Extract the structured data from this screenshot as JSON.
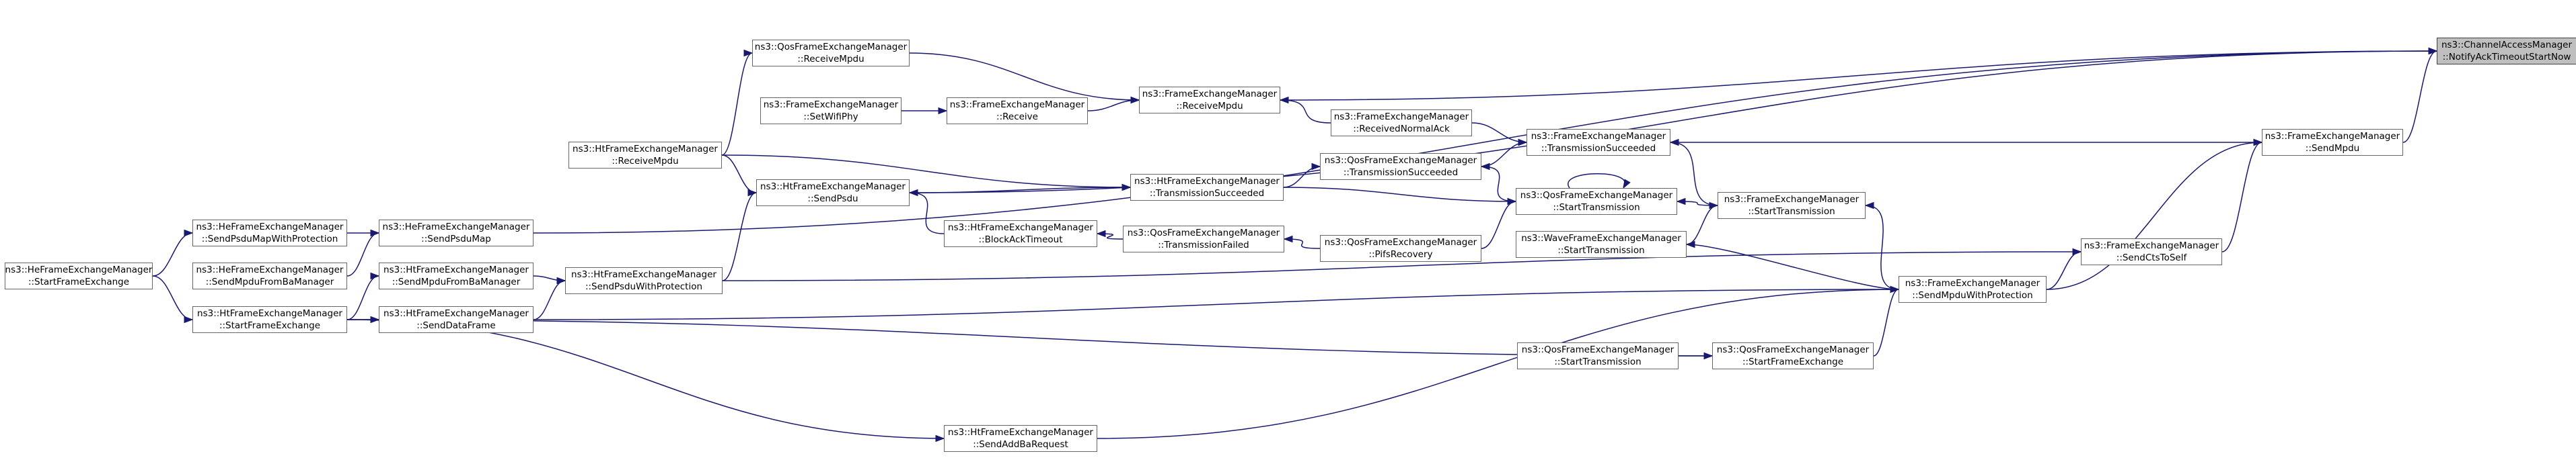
{
  "diagram": {
    "type": "call-graph",
    "colors": {
      "edge": "#191970",
      "node_border": "#666666",
      "root_fill": "#bfbfbf",
      "background": "#ffffff"
    },
    "nodes": [
      {
        "id": "root",
        "line1": "ns3::ChannelAccessManager",
        "line2": "::NotifyAckTimeoutStartNow",
        "root": true
      },
      {
        "id": "fem_sendmpdu",
        "line1": "ns3::FrameExchangeManager",
        "line2": "::SendMpdu"
      },
      {
        "id": "fem_receivempdu",
        "line1": "ns3::FrameExchangeManager",
        "line2": "::ReceiveMpdu"
      },
      {
        "id": "fem_txsucceeded",
        "line1": "ns3::FrameExchangeManager",
        "line2": "::TransmissionSucceeded"
      },
      {
        "id": "fem_sendctstoself",
        "line1": "ns3::FrameExchangeManager",
        "line2": "::SendCtsToSelf"
      },
      {
        "id": "fem_sendmpduwithprot",
        "line1": "ns3::FrameExchangeManager",
        "line2": "::SendMpduWithProtection"
      },
      {
        "id": "qfem_receivempdu",
        "line1": "ns3::QosFrameExchangeManager",
        "line2": "::ReceiveMpdu"
      },
      {
        "id": "fem_setwifiphy",
        "line1": "ns3::FrameExchangeManager",
        "line2": "::SetWifiPhy"
      },
      {
        "id": "fem_receive",
        "line1": "ns3::FrameExchangeManager",
        "line2": "::Receive"
      },
      {
        "id": "fem_receivednormalack",
        "line1": "ns3::FrameExchangeManager",
        "line2": "::ReceivedNormalAck"
      },
      {
        "id": "hfem_receivempdu",
        "line1": "ns3::HtFrameExchangeManager",
        "line2": "::ReceiveMpdu"
      },
      {
        "id": "hfem_sendpsdu",
        "line1": "ns3::HtFrameExchangeManager",
        "line2": "::SendPsdu"
      },
      {
        "id": "hfem_txsucceeded",
        "line1": "ns3::HtFrameExchangeManager",
        "line2": "::TransmissionSucceeded"
      },
      {
        "id": "qfem_txsucceeded",
        "line1": "ns3::QosFrameExchangeManager",
        "line2": "::TransmissionSucceeded"
      },
      {
        "id": "qfem_starttx",
        "line1": "ns3::QosFrameExchangeManager",
        "line2": "::StartTransmission"
      },
      {
        "id": "fem_starttx",
        "line1": "ns3::FrameExchangeManager",
        "line2": "::StartTransmission"
      },
      {
        "id": "hfem_blockacktimeout",
        "line1": "ns3::HtFrameExchangeManager",
        "line2": "::BlockAckTimeout"
      },
      {
        "id": "qfem_txfailed",
        "line1": "ns3::QosFrameExchangeManager",
        "line2": "::TransmissionFailed"
      },
      {
        "id": "qfem_pifsrecovery",
        "line1": "ns3::QosFrameExchangeManager",
        "line2": "::PifsRecovery"
      },
      {
        "id": "wave_starttx",
        "line1": "ns3::WaveFrameExchangeManager",
        "line2": "::StartTransmission"
      },
      {
        "id": "hefem_sendpsdumapwithprot",
        "line1": "ns3::HeFrameExchangeManager",
        "line2": "::SendPsduMapWithProtection"
      },
      {
        "id": "hefem_sendpsdumap",
        "line1": "ns3::HeFrameExchangeManager",
        "line2": "::SendPsduMap"
      },
      {
        "id": "hefem_startframeexchange",
        "line1": "ns3::HeFrameExchangeManager",
        "line2": "::StartFrameExchange"
      },
      {
        "id": "hefem_sendmpdufrombamanager",
        "line1": "ns3::HeFrameExchangeManager",
        "line2": "::SendMpduFromBaManager"
      },
      {
        "id": "hfem_sendmpdufrombamanager",
        "line1": "ns3::HtFrameExchangeManager",
        "line2": "::SendMpduFromBaManager"
      },
      {
        "id": "hfem_sendpsduwithprot",
        "line1": "ns3::HtFrameExchangeManager",
        "line2": "::SendPsduWithProtection"
      },
      {
        "id": "hfem_startframeexchange",
        "line1": "ns3::HtFrameExchangeManager",
        "line2": "::StartFrameExchange"
      },
      {
        "id": "hfem_senddataframe",
        "line1": "ns3::HtFrameExchangeManager",
        "line2": "::SendDataFrame"
      },
      {
        "id": "qfem_starttx2",
        "line1": "ns3::QosFrameExchangeManager",
        "line2": "::StartTransmission"
      },
      {
        "id": "qfem_startframeexchange",
        "line1": "ns3::QosFrameExchangeManager",
        "line2": "::StartFrameExchange"
      },
      {
        "id": "hfem_sendaddbarequest",
        "line1": "ns3::HtFrameExchangeManager",
        "line2": "::SendAddBaRequest"
      }
    ],
    "edges": [
      [
        "fem_sendmpdu",
        "root"
      ],
      [
        "fem_receivempdu",
        "root"
      ],
      [
        "hefem_sendpsdumap",
        "root"
      ],
      [
        "hfem_sendpsdu",
        "root"
      ],
      [
        "fem_txsucceeded",
        "fem_sendmpdu"
      ],
      [
        "fem_sendctstoself",
        "fem_sendmpdu"
      ],
      [
        "fem_sendmpduwithprot",
        "fem_sendmpdu"
      ],
      [
        "qfem_receivempdu",
        "fem_receivempdu"
      ],
      [
        "fem_receive",
        "fem_receivempdu"
      ],
      [
        "fem_receivednormalack",
        "fem_receivempdu"
      ],
      [
        "fem_setwifiphy",
        "fem_receive"
      ],
      [
        "hfem_receivempdu",
        "qfem_receivempdu"
      ],
      [
        "fem_receivednormalack",
        "fem_txsucceeded"
      ],
      [
        "qfem_txsucceeded",
        "fem_txsucceeded"
      ],
      [
        "fem_starttx",
        "fem_txsucceeded"
      ],
      [
        "hfem_txsucceeded",
        "qfem_txsucceeded"
      ],
      [
        "qfem_starttx",
        "qfem_txsucceeded"
      ],
      [
        "hfem_receivempdu",
        "hfem_txsucceeded"
      ],
      [
        "hfem_sendpsdu",
        "hfem_txsucceeded"
      ],
      [
        "hfem_receivempdu",
        "hfem_sendpsdu"
      ],
      [
        "hfem_blockacktimeout",
        "hfem_sendpsdu"
      ],
      [
        "hfem_sendpsduwithprot",
        "hfem_sendpsdu"
      ],
      [
        "hfem_txsucceeded",
        "qfem_starttx"
      ],
      [
        "qfem_pifsrecovery",
        "qfem_starttx"
      ],
      [
        "fem_starttx",
        "qfem_starttx"
      ],
      [
        "qfem_starttx",
        "qfem_starttx"
      ],
      [
        "wave_starttx",
        "fem_starttx"
      ],
      [
        "fem_sendmpduwithprot",
        "fem_starttx"
      ],
      [
        "qfem_txfailed",
        "hfem_blockacktimeout"
      ],
      [
        "qfem_pifsrecovery",
        "qfem_txfailed"
      ],
      [
        "fem_sendmpduwithprot",
        "fem_sendctstoself"
      ],
      [
        "hfem_sendpsduwithprot",
        "fem_sendctstoself"
      ],
      [
        "fem_sendmpduwithprot",
        "wave_starttx"
      ],
      [
        "hfem_senddataframe",
        "fem_sendmpduwithprot"
      ],
      [
        "qfem_startframeexchange",
        "fem_sendmpduwithprot"
      ],
      [
        "hfem_sendaddbarequest",
        "fem_sendmpduwithprot"
      ],
      [
        "hefem_sendpsdumapwithprot",
        "hefem_sendpsdumap"
      ],
      [
        "hefem_sendmpdufrombamanager",
        "hefem_sendpsdumap"
      ],
      [
        "hefem_startframeexchange",
        "hefem_sendpsdumapwithprot"
      ],
      [
        "hfem_sendmpdufrombamanager",
        "hfem_sendpsduwithprot"
      ],
      [
        "hfem_startframeexchange",
        "hfem_sendmpdufrombamanager"
      ],
      [
        "hfem_senddataframe",
        "hfem_sendpsduwithprot"
      ],
      [
        "hefem_startframeexchange",
        "hfem_startframeexchange"
      ],
      [
        "hfem_startframeexchange",
        "hfem_senddataframe"
      ],
      [
        "qfem_starttx2",
        "qfem_startframeexchange"
      ],
      [
        "hfem_startframeexchange",
        "qfem_startframeexchange"
      ],
      [
        "hfem_startframeexchange",
        "hfem_sendaddbarequest"
      ]
    ]
  }
}
